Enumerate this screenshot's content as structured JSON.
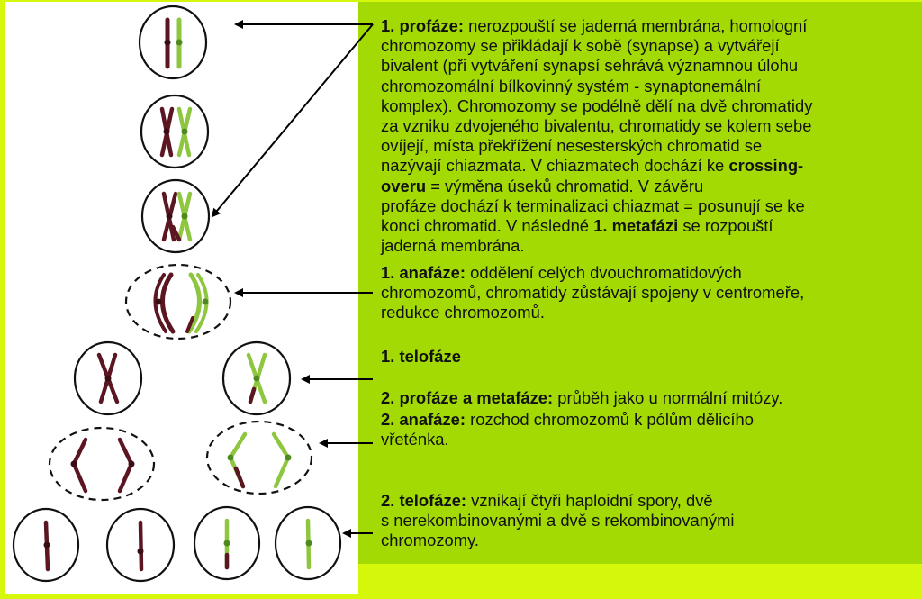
{
  "colors": {
    "background": "#d4f70a",
    "text_panel": "#a3da04",
    "maternal_chromosome": "#5b1622",
    "paternal_chromosome": "#8ec63f",
    "arrow": "#000000"
  },
  "blocks": [
    {
      "id": "profaze1",
      "segments": [
        {
          "b": true,
          "t": "1. profáze:"
        },
        {
          "b": false,
          "t": " nerozpouští se jaderná membrána, homologní"
        },
        {
          "br": true
        },
        {
          "b": false,
          "t": "chromozomy se přikládají k sobě (synapse) a vytvářejí"
        },
        {
          "br": true
        },
        {
          "b": false,
          "t": "bivalent (při vytváření synapsí sehrává významnou úlohu"
        },
        {
          "br": true
        },
        {
          "b": false,
          "t": "chromozomální bílkovinný systém - synaptonemální"
        },
        {
          "br": true
        },
        {
          "b": false,
          "t": "komplex). Chromozomy se podélně dělí na dvě chromatidy"
        },
        {
          "br": true
        },
        {
          "b": false,
          "t": "za vzniku zdvojeného bivalentu, chromatidy se kolem sebe"
        },
        {
          "br": true
        },
        {
          "b": false,
          "t": "ovíjejí, místa překřížení nesesterských chromatid se"
        },
        {
          "br": true
        },
        {
          "b": false,
          "t": "nazývají chiazmata. V chiazmatech dochází ke "
        },
        {
          "b": true,
          "t": "crossing-"
        },
        {
          "br": true
        },
        {
          "b": true,
          "t": "overu"
        },
        {
          "b": false,
          "t": " = výměna úseků chromatid. V závěru"
        },
        {
          "br": true
        },
        {
          "b": false,
          "t": "profáze dochází k terminalizaci chiazmat = posunují se ke"
        },
        {
          "br": true
        },
        {
          "b": false,
          "t": "konci chromatid. V následné "
        },
        {
          "b": true,
          "t": "1. metafázi"
        },
        {
          "b": false,
          "t": " se rozpouští"
        },
        {
          "br": true
        },
        {
          "b": false,
          "t": "jaderná membrána."
        }
      ]
    },
    {
      "id": "anafaze1",
      "segments": [
        {
          "b": true,
          "t": "1. anafáze:"
        },
        {
          "b": false,
          "t": " oddělení celých dvouchromatidových"
        },
        {
          "br": true
        },
        {
          "b": false,
          "t": "chromozomů, chromatidy zůstávají spojeny v centromeře,"
        },
        {
          "br": true
        },
        {
          "b": false,
          "t": "redukce chromozomů."
        }
      ]
    },
    {
      "id": "telofaze1",
      "segments": [
        {
          "b": true,
          "t": "1. telofáze"
        }
      ]
    },
    {
      "id": "profaze2",
      "segments": [
        {
          "b": true,
          "t": "2. profáze a metafáze:"
        },
        {
          "b": false,
          "t": " průběh jako u normální mitózy."
        }
      ]
    },
    {
      "id": "anafaze2",
      "segments": [
        {
          "b": true,
          "t": "2. anafáze:"
        },
        {
          "b": false,
          "t": " rozchod chromozomů k pólům dělicího"
        },
        {
          "br": true
        },
        {
          "b": false,
          "t": "vřeténka."
        }
      ]
    },
    {
      "id": "telofaze2",
      "segments": [
        {
          "b": true,
          "t": "2. telofáze:"
        },
        {
          "b": false,
          "t": " vznikají čtyři haploidní spory, dvě"
        },
        {
          "br": true
        },
        {
          "b": false,
          "t": "s nerekombinovanými a dvě s rekombinovanými"
        },
        {
          "br": true
        },
        {
          "b": false,
          "t": "chromozomy."
        }
      ]
    }
  ]
}
